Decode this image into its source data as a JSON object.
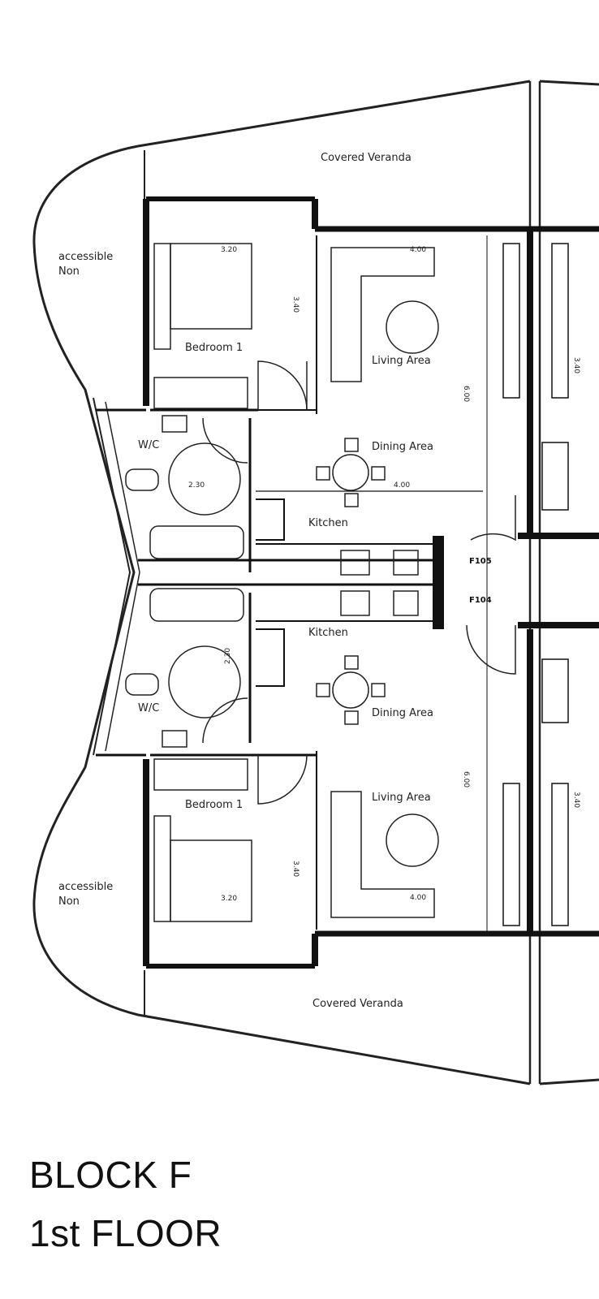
{
  "plan": {
    "upper": {
      "veranda": "Covered Veranda",
      "non_accessible": [
        "accessible",
        "Non"
      ],
      "bedroom": "Bedroom 1",
      "living": "Living Area",
      "dining": "Dining Area",
      "kitchen": "Kitchen",
      "wc": "W/C",
      "unit": "F105",
      "dims": {
        "bedroom_width": "3.20",
        "bedroom_depth": "3.40",
        "living_width": "4.00",
        "living_depth": "6.00",
        "dining_width": "4.00",
        "wc_depth": "2.30",
        "right_depth": "3.40"
      }
    },
    "lower": {
      "veranda": "Covered Veranda",
      "non_accessible": [
        "accessible",
        "Non"
      ],
      "bedroom": "Bedroom 1",
      "living": "Living Area",
      "dining": "Dining Area",
      "kitchen": "Kitchen",
      "wc": "W/C",
      "unit": "F104",
      "dims": {
        "bedroom_width": "3.20",
        "bedroom_depth": "3.40",
        "living_width": "4.00",
        "living_depth": "6.00",
        "wc_depth": "2.30",
        "right_depth": "3.40"
      }
    }
  },
  "caption": {
    "block": "BLOCK F",
    "floor": "1st FLOOR"
  }
}
